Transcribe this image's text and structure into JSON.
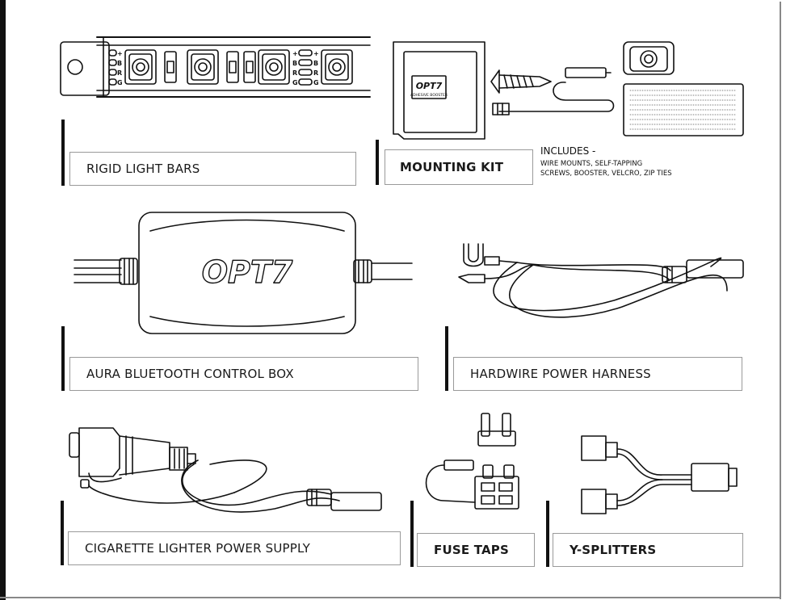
{
  "sections": {
    "rigid_light_bars": {
      "label": "RIGID LIGHT BARS"
    },
    "mounting_kit": {
      "label": "MOUNTING KIT",
      "includes_title": "INCLUDES -",
      "includes_line1": "WIRE MOUNTS, SELF-TAPPING",
      "includes_line2": "SCREWS, BOOSTER, VELCRO, ZIP TIES",
      "booster_brand": "OPT7",
      "booster_caption": "ADHESIVE BOOSTER"
    },
    "control_box": {
      "label": "AURA BLUETOOTH CONTROL BOX",
      "logo": "OPT7"
    },
    "hardwire_harness": {
      "label": "HARDWIRE POWER HARNESS"
    },
    "cigarette_supply": {
      "label": "CIGARETTE LIGHTER POWER SUPPLY"
    },
    "fuse_taps": {
      "label": "FUSE TAPS"
    },
    "y_splitters": {
      "label": "Y-SPLITTERS"
    }
  },
  "light_bar_pin_labels": [
    "+",
    "B",
    "R",
    "G"
  ],
  "colors": {
    "line": "#111111",
    "label_border": "#9a9a9a",
    "background": "#ffffff"
  }
}
